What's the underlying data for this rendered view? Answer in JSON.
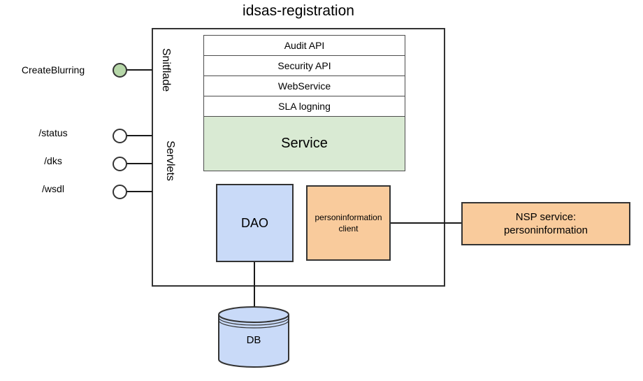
{
  "title": "idsas-registration",
  "boundary": {
    "interface_section_label": "Snitflade",
    "servlet_section_label": "Servlets"
  },
  "layers": [
    {
      "label": "Audit API"
    },
    {
      "label": "Security API"
    },
    {
      "label": "WebService"
    },
    {
      "label": "SLA logning"
    }
  ],
  "service": {
    "label": "Service"
  },
  "dao": {
    "label": "DAO"
  },
  "client": {
    "label": "personinformation client"
  },
  "nsp": {
    "line1": "NSP service:",
    "line2": "personinformation"
  },
  "db": {
    "label": "DB"
  },
  "interfaces": [
    {
      "label": "CreateBlurring",
      "filled": true
    },
    {
      "label": "/status",
      "filled": false
    },
    {
      "label": "/dks",
      "filled": false
    },
    {
      "label": "/wsdl",
      "filled": false
    }
  ],
  "colors": {
    "service_fill": "#d9ead3",
    "dao_fill": "#c9daf8",
    "db_fill": "#c9daf8",
    "client_fill": "#f9cb9c",
    "nsp_fill": "#f9cb9c",
    "filled_interface_circle": "#b6d7a8",
    "border": "#333333",
    "connector": "#1a1a1a"
  }
}
